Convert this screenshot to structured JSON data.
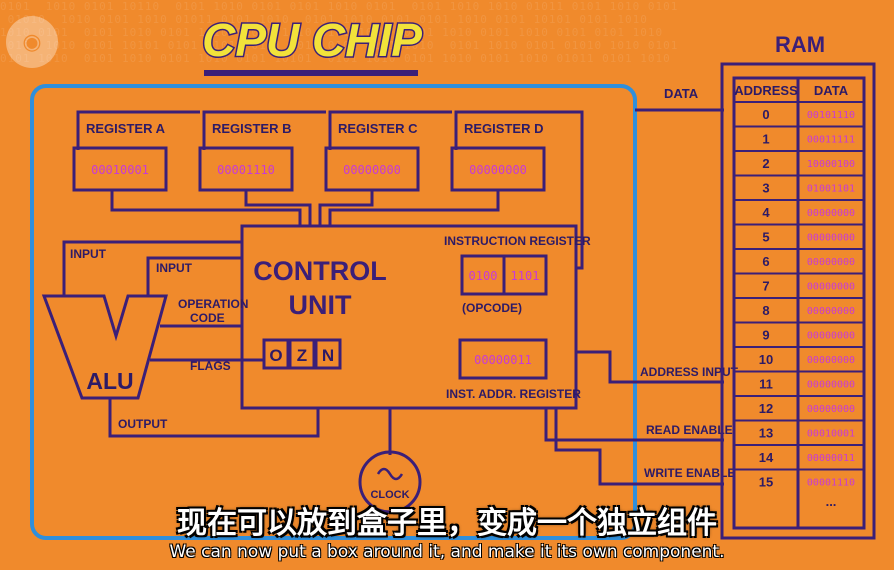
{
  "title": "CPU CHIP",
  "registers": [
    {
      "label": "REGISTER A",
      "value": "00010001"
    },
    {
      "label": "REGISTER B",
      "value": "00001110"
    },
    {
      "label": "REGISTER C",
      "value": "00000000"
    },
    {
      "label": "REGISTER D",
      "value": "00000000"
    }
  ],
  "control_unit": {
    "line1": "CONTROL",
    "line2": "UNIT",
    "flags": [
      "O",
      "Z",
      "N"
    ],
    "instruction_register_label": "INSTRUCTION REGISTER",
    "opcode_value": "0100",
    "operand_value": "1101",
    "opcode_label": "(OPCODE)",
    "inst_addr_value": "00000011",
    "inst_addr_label": "INST. ADDR. REGISTER"
  },
  "alu": {
    "label": "ALU",
    "input_a": "INPUT",
    "input_b": "INPUT",
    "operation_code_line1": "OPERATION",
    "operation_code_line2": "CODE",
    "flags": "FLAGS",
    "output": "OUTPUT"
  },
  "clock_label": "CLOCK",
  "bus_labels": {
    "data": "DATA",
    "address_input": "ADDRESS INPUT",
    "read_enable": "READ ENABLE",
    "write_enable": "WRITE ENABLE"
  },
  "ram": {
    "title": "RAM",
    "header_address": "ADDRESS",
    "header_data": "DATA",
    "rows": [
      {
        "address": "0",
        "data": "00101110"
      },
      {
        "address": "1",
        "data": "00011111"
      },
      {
        "address": "2",
        "data": "10000100"
      },
      {
        "address": "3",
        "data": "01001101"
      },
      {
        "address": "4",
        "data": "00000000"
      },
      {
        "address": "5",
        "data": "00000000"
      },
      {
        "address": "6",
        "data": "00000000"
      },
      {
        "address": "7",
        "data": "00000000"
      },
      {
        "address": "8",
        "data": "00000000"
      },
      {
        "address": "9",
        "data": "00000000"
      },
      {
        "address": "10",
        "data": "00000000"
      },
      {
        "address": "11",
        "data": "00000000"
      },
      {
        "address": "12",
        "data": "00000000"
      },
      {
        "address": "13",
        "data": "00010001"
      },
      {
        "address": "14",
        "data": "00000011"
      },
      {
        "address": "15",
        "data": "00001110"
      }
    ],
    "ellipsis": "..."
  },
  "subtitle_zh": "现在可以放到盒子里，变成一个独立组件",
  "subtitle_en": "We can now put a box around it, and make it its own component.",
  "colors": {
    "background": "#f08a2c",
    "ink": "#3b1f78",
    "bits": "#c83ad6",
    "chip_border": "#2f8fdc",
    "title_fill": "#f2e23a"
  }
}
